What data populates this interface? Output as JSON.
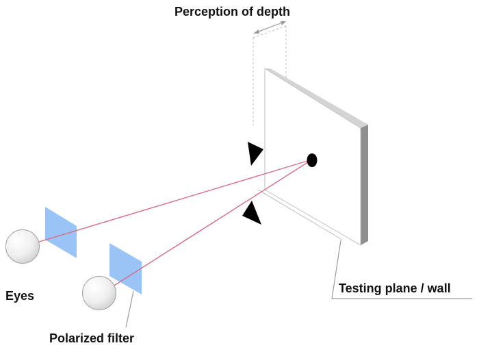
{
  "labels": {
    "depth": "Perception of depth",
    "eyes": "Eyes",
    "filter": "Polarized filter",
    "wall": "Testing plane / wall"
  },
  "colors": {
    "background": "#ffffff",
    "wall_face": "#ffffff",
    "wall_edge_light": "#d4d4d4",
    "wall_edge_dark": "#8f8f8f",
    "filter": "#8fbcf5",
    "sight_line": "#d96b86",
    "leader_line": "#9a9a9a",
    "eye_fill": "#f1f1f1",
    "eye_stroke": "#9d9d9d",
    "marker": "#000000"
  }
}
